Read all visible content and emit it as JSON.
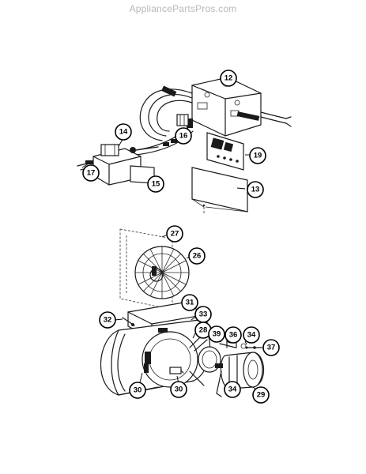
{
  "watermark": "AppliancePartsPros.com",
  "callouts": [
    {
      "id": "c12",
      "label": "12"
    },
    {
      "id": "c14",
      "label": "14"
    },
    {
      "id": "c16",
      "label": "16"
    },
    {
      "id": "c19",
      "label": "19"
    },
    {
      "id": "c17",
      "label": "17"
    },
    {
      "id": "c15",
      "label": "15"
    },
    {
      "id": "c13",
      "label": "13"
    },
    {
      "id": "c27",
      "label": "27"
    },
    {
      "id": "c26",
      "label": "26"
    },
    {
      "id": "c31",
      "label": "31"
    },
    {
      "id": "c33",
      "label": "33"
    },
    {
      "id": "c32",
      "label": "32"
    },
    {
      "id": "c28",
      "label": "28"
    },
    {
      "id": "c39",
      "label": "39"
    },
    {
      "id": "c36",
      "label": "36"
    },
    {
      "id": "c34a",
      "label": "34"
    },
    {
      "id": "c37",
      "label": "37"
    },
    {
      "id": "c30a",
      "label": "30"
    },
    {
      "id": "c30b",
      "label": "30"
    },
    {
      "id": "c34b",
      "label": "34"
    },
    {
      "id": "c29",
      "label": "29"
    }
  ]
}
